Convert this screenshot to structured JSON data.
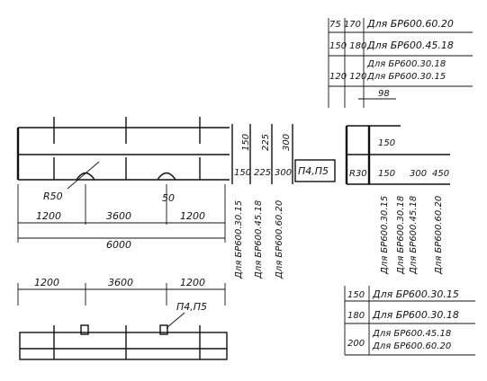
{
  "top_right_labels": [
    {
      "dims": "75 170",
      "text": "Для БР600.60.20"
    },
    {
      "dims": "150 180",
      "text": "Для БР600.45.18"
    },
    {
      "dims": "",
      "text": "Для БР600.30.18"
    },
    {
      "dims": "120 120",
      "text": "Для БР600.30.15"
    }
  ],
  "dim_98": "98",
  "side_view": {
    "h_150": "150",
    "h_225": "225",
    "h_300": "300",
    "h_150_b": "150",
    "h_225_b": "225",
    "h_300_b": "300",
    "mark": "П4,П5",
    "r50": "R50",
    "r30": "R30",
    "dim_50": "50",
    "span_left": "1200",
    "span_mid": "3600",
    "span_right": "1200",
    "total": "6000",
    "right_150_top": "150",
    "right_150": "150",
    "right_300": "300",
    "right_450": "450"
  },
  "vertical_labels_left": [
    "Для БР600.30.15",
    "Для БР600.45.18",
    "Для БР600.60.20"
  ],
  "vertical_labels_right": [
    "Для БР600.30.15",
    "Для БР600.30.18",
    "Для БР600.45.18",
    "Для БР600.60.20"
  ],
  "plan_view": {
    "span_left": "1200",
    "span_mid": "3600",
    "span_right": "1200",
    "mark": "П4,П5"
  },
  "bottom_right_labels": [
    {
      "dim": "150",
      "text": "Для БР600.30.15"
    },
    {
      "dim": "180",
      "text": "Для БР600.30.18"
    },
    {
      "dim": "200",
      "text": "Для БР600.45.18"
    },
    {
      "dim": "",
      "text": "Для БР600.60.20"
    }
  ]
}
